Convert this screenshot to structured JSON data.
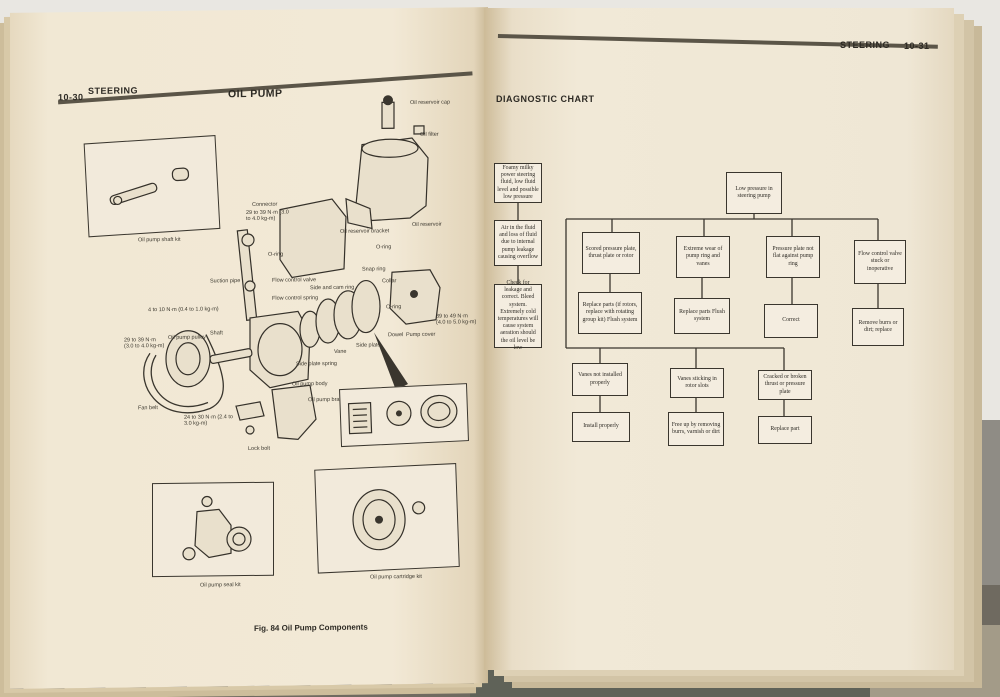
{
  "left_page": {
    "page_number": "10-30",
    "section": "STEERING",
    "title": "OIL PUMP",
    "figure_caption": "Fig. 84  Oil Pump Components",
    "labels": {
      "oil_reservoir_cap": "Oil reservoir cap",
      "oil_filter": "Oil filter",
      "oil_reservoir": "Oil reservoir",
      "oil_reservoir_bracket": "Oil reservoir bracket",
      "connector": "Connector",
      "o_ring_1": "O-ring",
      "o_ring_2": "O-ring",
      "o_ring_3": "O-ring",
      "flow_control_valve": "Flow control valve",
      "side_and_cam_ring": "Side and cam ring",
      "flow_control_spring": "Flow control spring",
      "snap_ring": "Snap ring",
      "suction_pipe": "Suction pipe",
      "collar": "Collar",
      "oil_pump_pulley": "Oil pump pulley",
      "shaft": "Shaft",
      "vane": "Vane",
      "side_plate": "Side plate",
      "dowel": "Dowel",
      "pump_cover": "Pump cover",
      "side_plate_spring": "Side plate spring",
      "oil_pump_body": "Oil pump body",
      "oil_pump_bracket": "Oil pump bracket",
      "fan_belt": "Fan belt",
      "lock_bolt": "Lock bolt",
      "oil_pump_shaft_kit": "Oil pump shaft kit",
      "oil_pump_seal_kit": "Oil pump seal kit",
      "oil_pump_cartridge_kit": "Oil pump cartridge kit"
    },
    "torques": {
      "t1": "29 to 39 N·m (3.0 to 4.0 kg-m)",
      "t2": "4 to 10 N·m (0.4 to 1.0 kg-m)",
      "t3": "39 to 49 N·m (4.0 to 5.0 kg-m)",
      "t4": "29 to 39 N·m (3.0 to 4.0 kg-m)",
      "t5": "24 to 30 N·m (2.4 to 3.0 kg-m)"
    }
  },
  "right_page": {
    "section": "STEERING",
    "page_number": "10-31",
    "title": "DIAGNOSTIC CHART",
    "note_boxes": [
      "Foamy milky power steering fluid, low fluid level and possible low pressure",
      "Air in the fluid and loss of fluid due to internal pump leakage causing overflow",
      "Check for leakage and correct. Bleed system. Extremely cold temperatures will cause system aeration should the oil level be low"
    ],
    "root": "Low pressure in steering pump",
    "causes": [
      "Scored pressure plate, thrust plate or rotor",
      "Extreme wear of pump ring and vanes",
      "Pressure plate not flat against pump ring",
      "Flow control valve stuck or inoperative"
    ],
    "remedies": [
      "Replace parts (if rotors, replace with rotating group kit) Flush system",
      "Replace parts Flush system",
      "Correct",
      "Remove burrs or dirt; replace"
    ],
    "causes2": [
      "Vanes not installed properly",
      "Vanes sticking in rotor slots",
      "Cracked or broken thrust or pressure plate"
    ],
    "remedies2": [
      "Install properly",
      "Free up by removing burrs, varnish or dirt",
      "Replace part"
    ]
  }
}
